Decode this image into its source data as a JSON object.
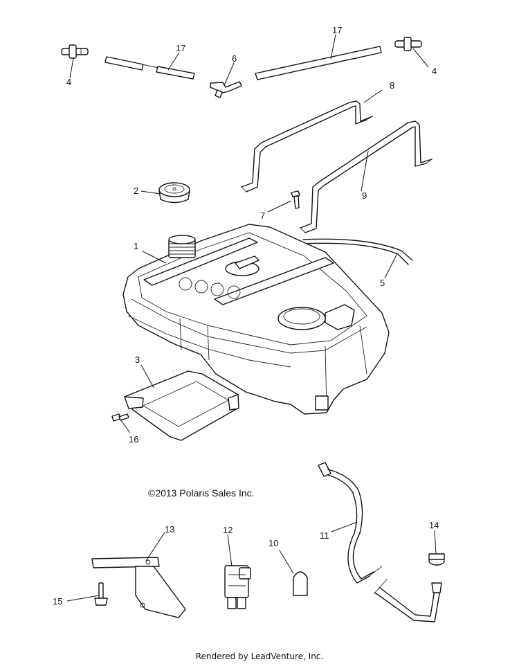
{
  "copyright": "©2013 Polaris Sales Inc.",
  "footer": "Rendered by LeadVenture, Inc.",
  "watermark": "LEADVENTURE",
  "callouts": {
    "c1": "1",
    "c2": "2",
    "c3": "3",
    "c4a": "4",
    "c4b": "4",
    "c5": "5",
    "c6": "6",
    "c7": "7",
    "c8": "8",
    "c9": "9",
    "c10": "10",
    "c11": "11",
    "c12": "12",
    "c13": "13",
    "c14": "14",
    "c15": "15",
    "c16": "16",
    "c17a": "17",
    "c17b": "17"
  }
}
